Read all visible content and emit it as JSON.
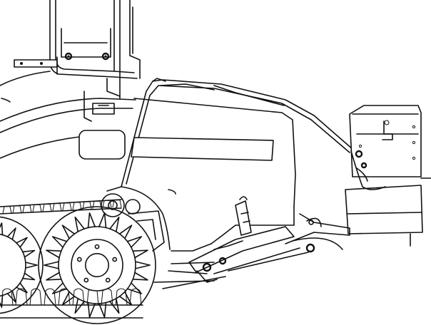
{
  "figure": {
    "kind": "line-drawing",
    "subject": "tracked-vehicle-side-view",
    "line_color": "#111111",
    "background": "#ffffff",
    "track": {
      "visible_wheels": 2,
      "teeth_per_sprocket": 22
    }
  }
}
